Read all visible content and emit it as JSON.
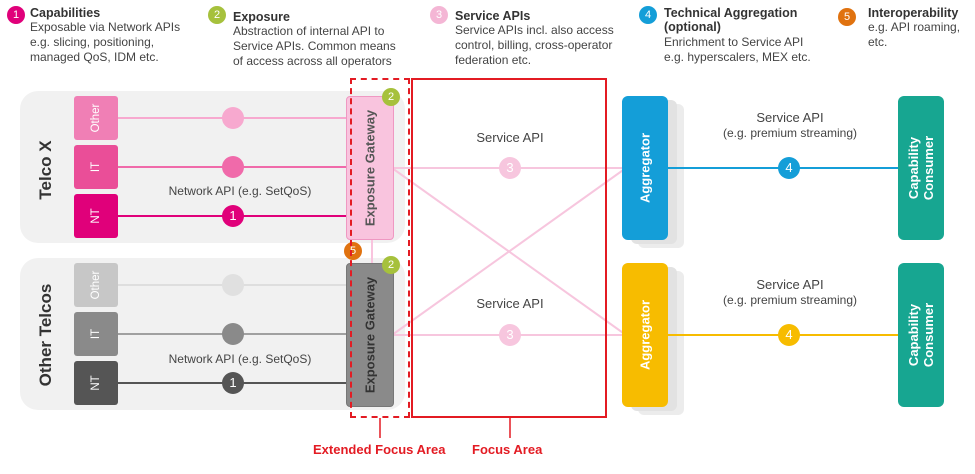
{
  "legend": [
    {
      "num": "1",
      "title": "Capabilities",
      "desc": "Exposable via Network APIs\ne.g. slicing, positioning,\nmanaged  QoS, IDM etc.",
      "color": "#e0007a"
    },
    {
      "num": "2",
      "title": "Exposure",
      "desc": "Abstraction of internal API to\nService APIs.  Common means\nof access across all operators",
      "color": "#a6c13c"
    },
    {
      "num": "3",
      "title": "Service APIs",
      "desc": "Service APIs incl. also access\ncontrol, billing, cross-operator\nfederation etc.",
      "color": "#f4b6d5"
    },
    {
      "num": "4",
      "title": "Technical Aggregation\n(optional)",
      "desc": "Enrichment to Service API\ne.g. hyperscalers, MEX etc.",
      "color": "#149ed8"
    },
    {
      "num": "5",
      "title": "Interoperability",
      "desc": "e.g.  API roaming,\netc.",
      "color": "#e0720f"
    }
  ],
  "regions": {
    "telco_x": {
      "label": "Telco X",
      "boxes": [
        "Other",
        "IT",
        "NT"
      ],
      "network_api": "Network API (e.g. SetQoS)",
      "gateway": "Exposure Gateway",
      "service_api": "Service API",
      "aggregator": "Aggregator",
      "agg_api": "Service API",
      "agg_api_sub": "(e.g. premium streaming)",
      "consumer": "Capability\nConsumer",
      "badge_nt": "1",
      "badge_gateway": "2",
      "badge_service": "3",
      "badge_agg": "4"
    },
    "other_telcos": {
      "label": "Other Telcos",
      "boxes": [
        "Other",
        "IT",
        "NT"
      ],
      "network_api": "Network API (e.g. SetQoS)",
      "gateway": "Exposure Gateway",
      "service_api": "Service API",
      "aggregator": "Aggregator",
      "agg_api": "Service API",
      "agg_api_sub": "(e.g. premium streaming)",
      "consumer": "Capability\nConsumer",
      "badge_nt": "1",
      "badge_gateway": "2",
      "badge_service": "3",
      "badge_agg": "4"
    }
  },
  "interop_badge": "5",
  "focus": {
    "extended": "Extended Focus Area",
    "main": "Focus Area"
  },
  "colors": {
    "magenta": "#e0007a",
    "pink_mid": "#f06aaa",
    "pink_light": "#f7a9cf",
    "gateway_pink": "#f9c4de",
    "grey_dark": "#555555",
    "grey_mid": "#8a8a8a",
    "grey_light": "#c7c7c7",
    "blue": "#149ed8",
    "yellow": "#f7bc00",
    "teal": "#17a691",
    "red": "#e31b23"
  }
}
